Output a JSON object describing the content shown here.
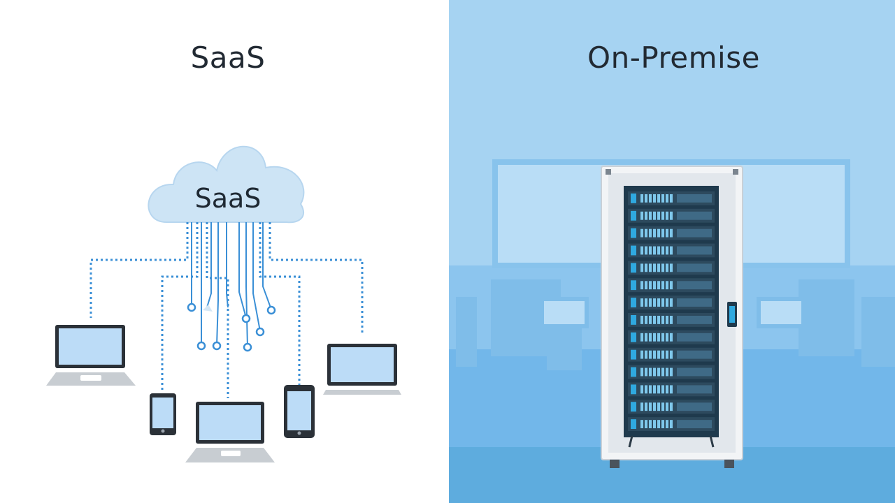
{
  "left": {
    "title": "SaaS",
    "cloud_label": "SaaS"
  },
  "right": {
    "title": "On-Premise"
  },
  "colors": {
    "left_background": "#ffffff",
    "right_background": "#a6d3f2",
    "cloud_fill": "#cde4f5",
    "connector": "#3a8fd6",
    "device_screen": "#bcdcf7",
    "device_frame": "#2b3138",
    "server_body": "#1f3a4d",
    "server_led": "#2fa9e0"
  },
  "icons": {
    "cloud": "cloud-icon",
    "laptop": "laptop-icon",
    "tablet": "tablet-icon",
    "phone": "phone-icon",
    "server_rack": "server-rack-icon"
  },
  "server": {
    "unit_count": 14
  }
}
